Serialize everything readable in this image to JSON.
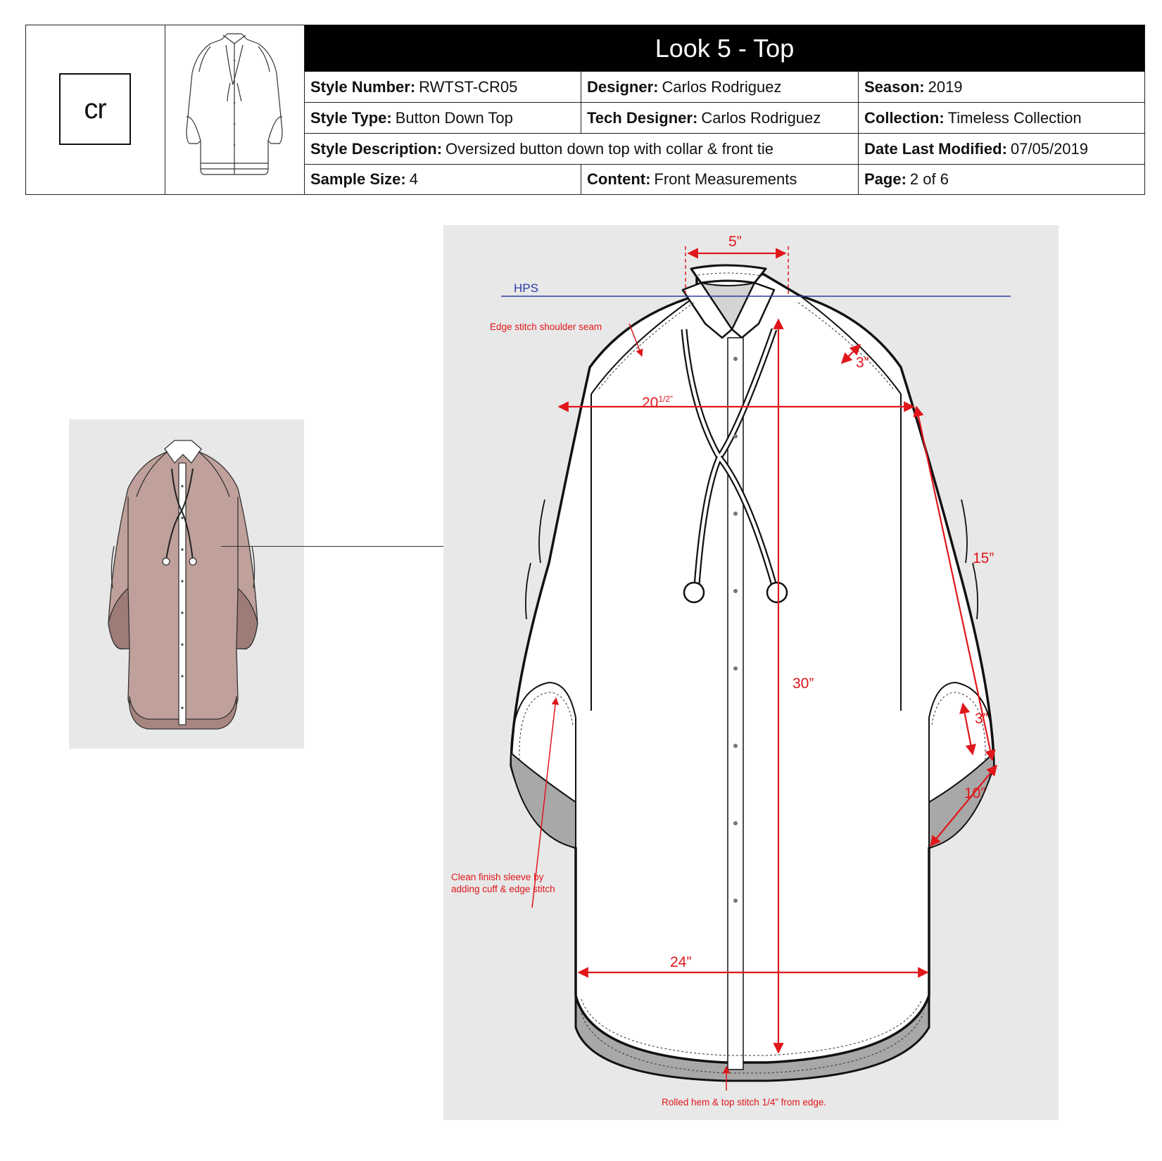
{
  "header": {
    "logo_text": "cr",
    "title": "Look 5 - Top",
    "rows": [
      [
        {
          "label": "Style Number:",
          "value": "RWTST-CR05"
        },
        {
          "label": "Designer:",
          "value": "Carlos Rodriguez"
        },
        {
          "label": "Season:",
          "value": "2019"
        }
      ],
      [
        {
          "label": "Style Type:",
          "value": "Button Down Top"
        },
        {
          "label": "Tech Designer:",
          "value": "Carlos Rodriguez"
        },
        {
          "label": "Collection:",
          "value": "Timeless Collection"
        }
      ],
      [
        {
          "label": "Style Description:",
          "value": "Oversized button down top with collar & front tie"
        },
        {
          "label": "Date Last Modified:",
          "value": "07/05/2019"
        }
      ],
      [
        {
          "label": "Sample Size:",
          "value": " 4"
        },
        {
          "label": "Content:",
          "value": "Front Measurements"
        },
        {
          "label": "Page:",
          "value": "2 of 6"
        }
      ]
    ]
  },
  "diagram": {
    "hps_label": "HPS",
    "measurements": {
      "neck_width": "5”",
      "shoulder_seam": "3”",
      "across_shoulder_whole": "20",
      "across_shoulder_frac": "1/2”",
      "sleeve_length": "15”",
      "front_length": "30”",
      "cuff_height": "3”",
      "sleeve_opening": "10”",
      "hem_width": "24”"
    },
    "notes": {
      "shoulder_seam": "Edge stitch shoulder seam",
      "sleeve_line1": "Clean finish sleeve by",
      "sleeve_line2": "adding cuff & edge stitch",
      "hem": "Rolled hem & top stitch 1/4” from edge."
    }
  },
  "colors": {
    "measure_red": "#e0161b",
    "hps_blue": "#2a3aa8",
    "swatch_fill": "#bfa09a",
    "panel_bg": "#e8e8e8",
    "title_bar": "#000000"
  }
}
